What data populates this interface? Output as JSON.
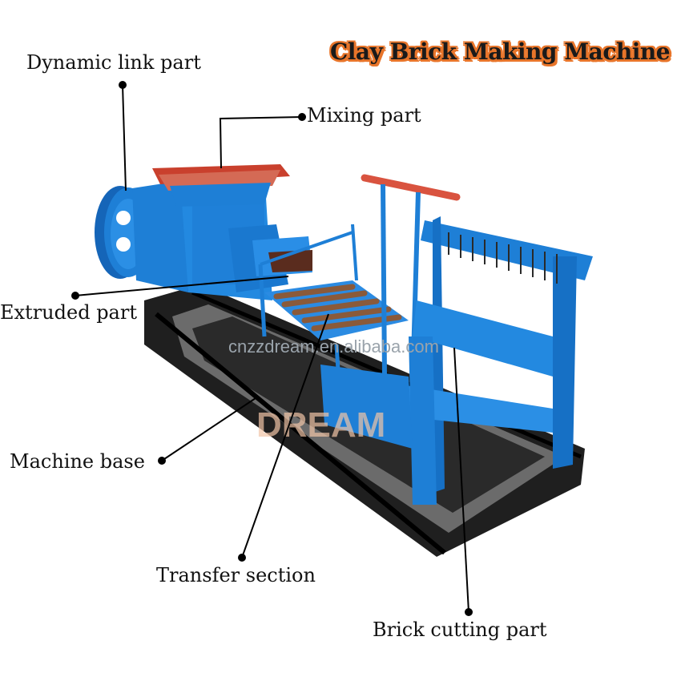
{
  "title": "Clay Brick Making Machine",
  "watermark": {
    "url": "cnzzdream.en.alibaba.com",
    "brand": "DREAM"
  },
  "labels": {
    "dynamic_link": "Dynamic link part",
    "mixing": "Mixing part",
    "extruded": "Extruded part",
    "machine_base": "Machine base",
    "transfer": "Transfer section",
    "brick_cutting": "Brick cutting part"
  },
  "colors": {
    "machine_blue": "#1e7fd6",
    "frame_black": "#1a1a1a",
    "handle_red": "#d9533f",
    "roller_brown": "#8a5a3a",
    "title_outline": "#e8752a"
  }
}
